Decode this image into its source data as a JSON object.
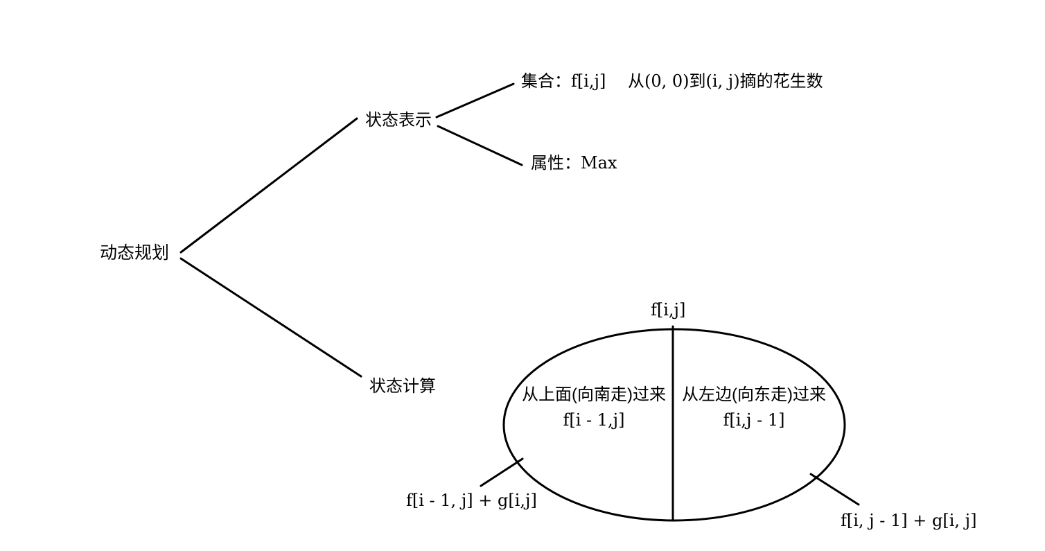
{
  "colors": {
    "ink": "#000000",
    "background": "#ffffff"
  },
  "mindmap": {
    "root": {
      "label": "动态规划"
    },
    "state_representation": {
      "label": "状态表示",
      "set_label": "集合：f[i,j]　 从(0, 0)到(i, j)摘的花生数",
      "attribute_label": "属性：Max"
    },
    "state_computation": {
      "label": "状态计算",
      "ellipse": {
        "top_label": "f[i,j]",
        "left_half": {
          "line1": "从上面(向南走)过来",
          "line2": "f[i - 1,j]"
        },
        "right_half": {
          "line1": "从左边(向东走)过来",
          "line2": "f[i,j - 1]"
        },
        "bottom_left_formula": "f[i - 1, j] + g[i,j]",
        "bottom_right_formula": "f[i, j - 1] + g[i, j]"
      }
    }
  }
}
